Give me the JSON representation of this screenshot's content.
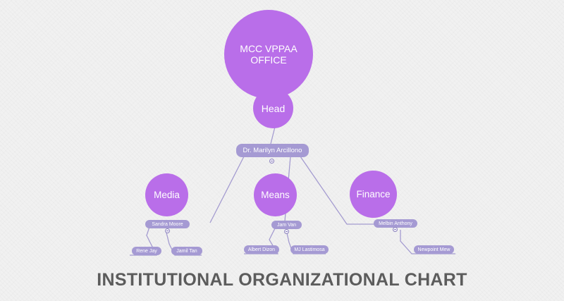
{
  "colors": {
    "circle_fill": "#b96ee9",
    "pill_fill": "#a59ad3",
    "connector": "#a49bd0",
    "title_text": "#5c5c5c"
  },
  "root": {
    "label": "MCC VPPAA OFFICE"
  },
  "head": {
    "label": "Head",
    "person": "Dr. Marilyn Arcillono"
  },
  "departments": [
    {
      "label": "Media",
      "lead": "Sandra Moore",
      "members": [
        "Rene Jay",
        "Jamil Tan"
      ]
    },
    {
      "label": "Means",
      "lead": "Jam Van",
      "members": [
        "Albert Dizon",
        "MJ Lastimosa"
      ]
    },
    {
      "label": "Finance",
      "lead": "Melbin Anthony",
      "members": [
        "Newpoint Mew"
      ]
    }
  ],
  "title": "INSTITUTIONAL ORGANIZATIONAL CHART"
}
